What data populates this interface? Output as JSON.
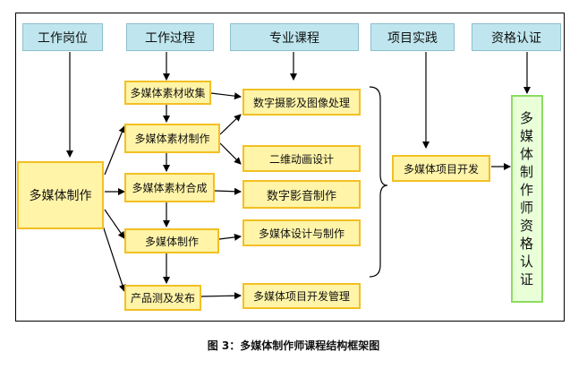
{
  "headers": {
    "job": "工作岗位",
    "process": "工作过程",
    "course": "专业课程",
    "practice": "项目实践",
    "cert": "资格认证"
  },
  "left": "多媒体制作",
  "process_steps": [
    "多媒体素材收集",
    "多媒体素材制作",
    "多媒体素材合成",
    "多媒体制作",
    "产品测及发布"
  ],
  "courses": [
    "数字摄影及图像处理",
    "二维动画设计",
    "数字影音制作",
    "多媒体设计与制作",
    "多媒体项目开发管理"
  ],
  "project": "多媒体项目开发",
  "cert_vertical": [
    "多",
    "媒",
    "体",
    "制",
    "作",
    "师",
    "资",
    "格",
    "认",
    "证"
  ],
  "caption": "图 3：多媒体制作师课程结构框架图"
}
